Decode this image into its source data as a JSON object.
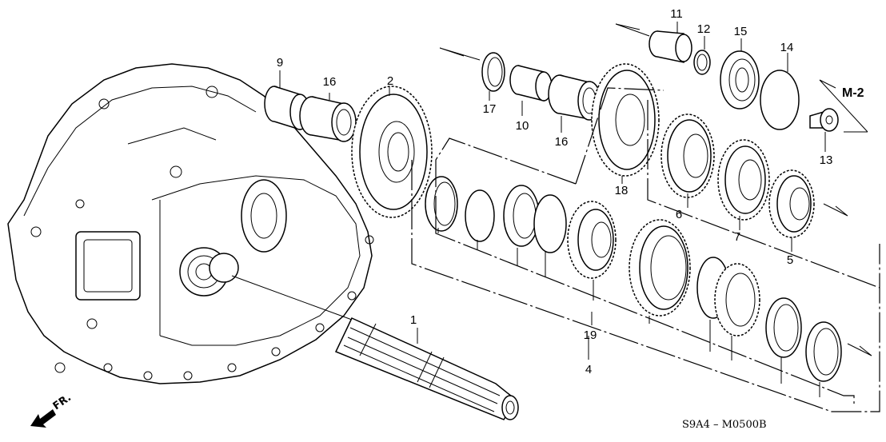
{
  "diagram": {
    "title": "",
    "diagram_code": "S9A4 – M0500B",
    "reference": "M-2",
    "front_indicator": "FR.",
    "callouts": [
      {
        "id": "c1",
        "label": "1",
        "part": "mainshaft"
      },
      {
        "id": "c2",
        "label": "2",
        "part": "gear"
      },
      {
        "id": "c4",
        "label": "4",
        "part": "synchro-group"
      },
      {
        "id": "c5",
        "label": "5",
        "part": "gear"
      },
      {
        "id": "c6",
        "label": "6",
        "part": "gear"
      },
      {
        "id": "c7",
        "label": "7",
        "part": "gear"
      },
      {
        "id": "c9",
        "label": "9",
        "part": "collar"
      },
      {
        "id": "c10",
        "label": "10",
        "part": "collar"
      },
      {
        "id": "c11",
        "label": "11",
        "part": "collar"
      },
      {
        "id": "c12",
        "label": "12",
        "part": "washer"
      },
      {
        "id": "c13",
        "label": "13",
        "part": "bolt"
      },
      {
        "id": "c14",
        "label": "14",
        "part": "snap-ring"
      },
      {
        "id": "c15",
        "label": "15",
        "part": "ball-bearing"
      },
      {
        "id": "c16a",
        "label": "16",
        "part": "needle-bearing"
      },
      {
        "id": "c16b",
        "label": "16",
        "part": "needle-bearing"
      },
      {
        "id": "c17",
        "label": "17",
        "part": "thrust-washer"
      },
      {
        "id": "c18",
        "label": "18",
        "part": "gear"
      },
      {
        "id": "c19",
        "label": "19",
        "part": "synchro-sleeve-set"
      }
    ]
  }
}
